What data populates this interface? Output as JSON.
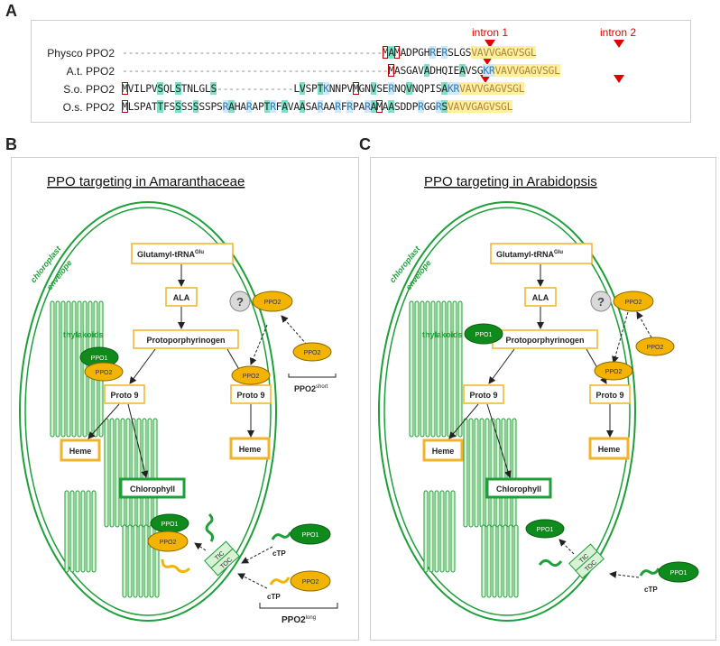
{
  "panel_a": {
    "letter": "A",
    "rows": [
      {
        "name": "Physco PPO2",
        "seq": "--------------------------------------------MAMADPGHRERSLGSVAVVGAGVSGL"
      },
      {
        "name": "A.t. PPO2",
        "seq": "---------------------------------------------MASGAVADHQIEAVSGKRVAVVGAGVSGL"
      },
      {
        "name": "S.o. PPO2",
        "seq": "MVILPVSQLSTNLGLS-------------LVSPTKNNPVMGNVSERNQVNQPISAKRVAVVGAGVSGL"
      },
      {
        "name": "O.s. PPO2",
        "seq": "MLSPATTFSSSSSSSPSRAHARAPTRFAVAASARAARFRPARAMAASDDPRGGRSVAVVGAGVSGL"
      }
    ],
    "intron1": "intron 1",
    "intron2": "intron 2"
  },
  "panel_b": {
    "letter": "B",
    "title": "PPO targeting in Amaranthaceae",
    "envelope": [
      "chloroplast",
      "envelope"
    ],
    "thylakoids": "thylakoids",
    "glutamyl": "Glutamyl-tRNA",
    "glu_sup": "Glu",
    "ala": "ALA",
    "protoporphyrinogen": "Protoporphyrinogen",
    "proto9": "Proto 9",
    "heme": "Heme",
    "chlorophyll": "Chlorophyll",
    "ppo1": "PPO1",
    "ppo2": "PPO2",
    "question": "?",
    "tic": "TIC",
    "toc": "TOC",
    "ctp": "cTP",
    "ppo2_short": "PPO2",
    "short_sup": "short",
    "ppo2_long": "PPO2",
    "long_sup": "long"
  },
  "panel_c": {
    "letter": "C",
    "title": "PPO targeting in Arabidopsis",
    "envelope": [
      "chloroplast",
      "envelope"
    ],
    "thylakoids": "thylakoids",
    "glutamyl": "Glutamyl-tRNA",
    "glu_sup": "Glu",
    "ala": "ALA",
    "protoporphyrinogen": "Protoporphyrinogen",
    "proto9": "Proto 9",
    "heme": "Heme",
    "chlorophyll": "Chlorophyll",
    "ppo1": "PPO1",
    "ppo2": "PPO2",
    "question": "?",
    "tic": "TIC",
    "toc": "TOC",
    "ctp": "cTP"
  },
  "colors": {
    "green": "#1e9f3a",
    "dark_green": "#0e7a1a",
    "ppo1_fill": "#0f8a1c",
    "ppo2_fill": "#f2b400",
    "box_orange": "#f0b429",
    "thylakoid_fill": "#d9f2d6",
    "intron_red": "#e00000"
  }
}
